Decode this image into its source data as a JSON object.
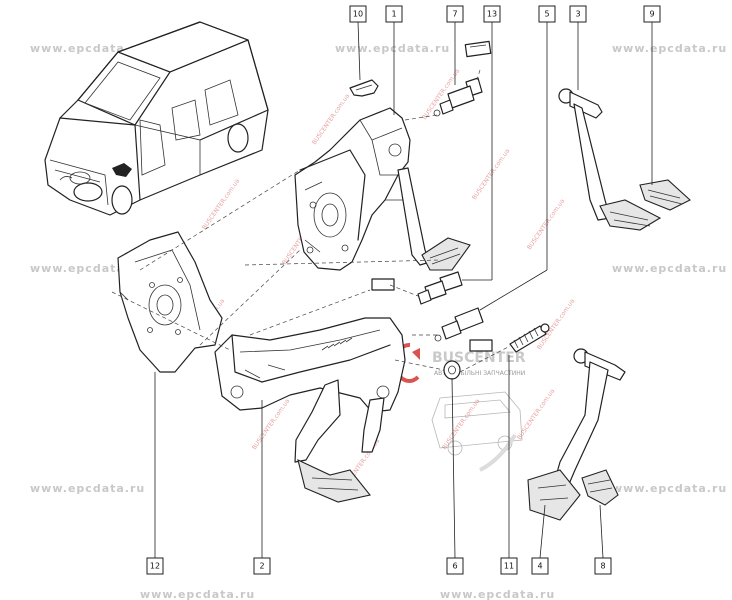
{
  "watermark": {
    "text": "www.epcdata.ru",
    "brand": "BUSCENTER",
    "brand_sub": "АВТОМОБІЛЬНІ ЗАПЧАСТИНИ",
    "diagonal": "BUSCENTER.com.ua"
  },
  "callouts": [
    {
      "id": "c10",
      "label": "10"
    },
    {
      "id": "c1",
      "label": "1"
    },
    {
      "id": "c7",
      "label": "7"
    },
    {
      "id": "c13",
      "label": "13"
    },
    {
      "id": "c5",
      "label": "5"
    },
    {
      "id": "c3",
      "label": "3"
    },
    {
      "id": "c9",
      "label": "9"
    },
    {
      "id": "c12",
      "label": "12"
    },
    {
      "id": "c2",
      "label": "2"
    },
    {
      "id": "c6",
      "label": "6"
    },
    {
      "id": "c11",
      "label": "11"
    },
    {
      "id": "c4",
      "label": "4"
    },
    {
      "id": "c8",
      "label": "8"
    }
  ],
  "colors": {
    "line": "#222222",
    "watermark": "#c8c8c8",
    "brand_red": "#d9534f"
  }
}
